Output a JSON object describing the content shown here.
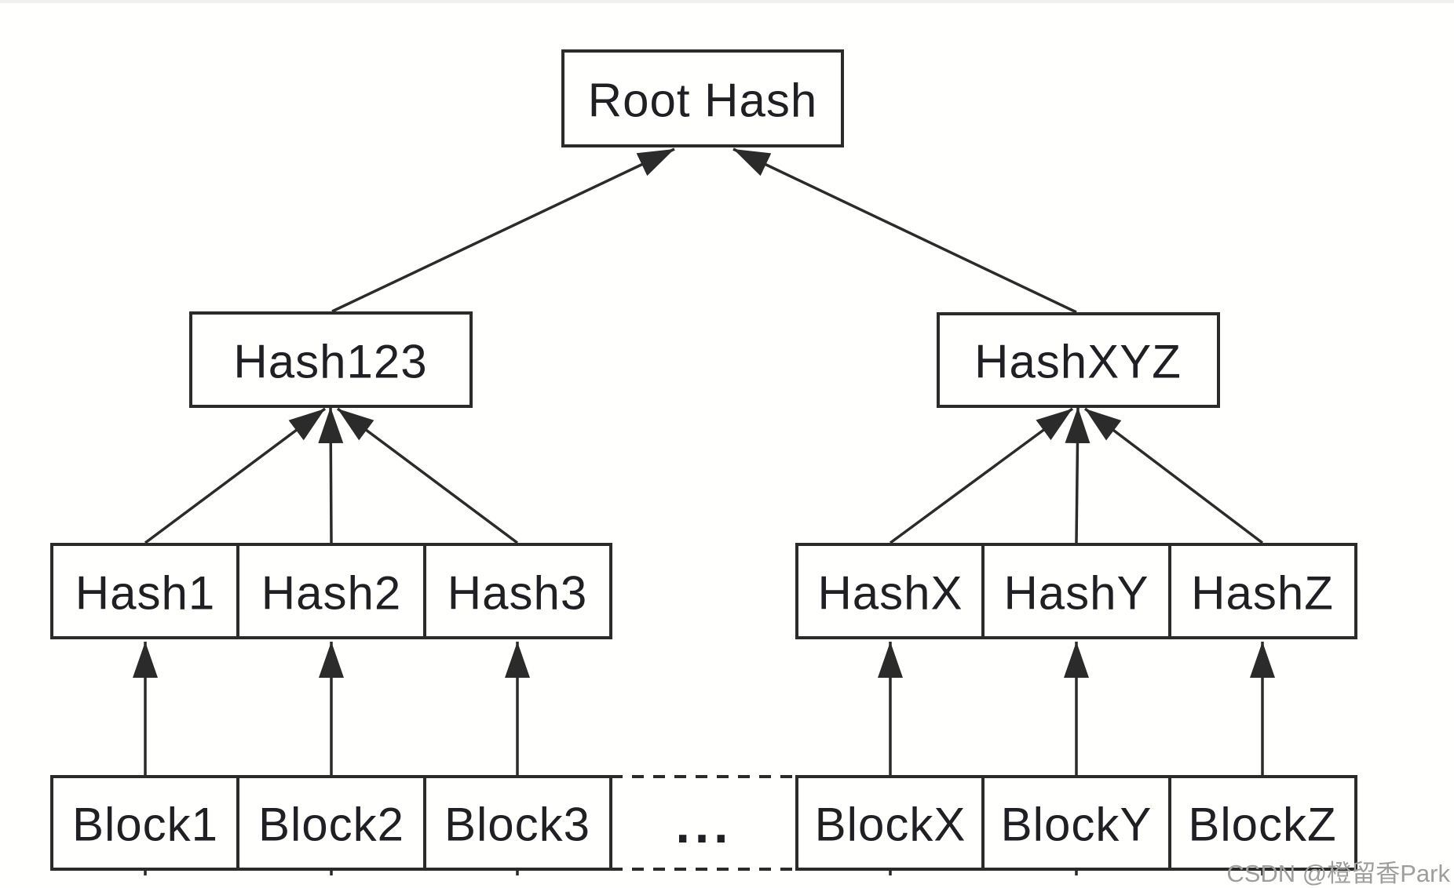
{
  "nodes": {
    "root": "Root Hash",
    "left_parent": "Hash123",
    "right_parent": "HashXYZ",
    "left_hashes": [
      "Hash1",
      "Hash2",
      "Hash3"
    ],
    "right_hashes": [
      "HashX",
      "HashY",
      "HashZ"
    ],
    "left_blocks": [
      "Block1",
      "Block2",
      "Block3"
    ],
    "right_blocks": [
      "BlockX",
      "BlockY",
      "BlockZ"
    ],
    "ellipsis": "..."
  },
  "edges": [
    {
      "from": "Block1",
      "to": "Hash1"
    },
    {
      "from": "Block2",
      "to": "Hash2"
    },
    {
      "from": "Block3",
      "to": "Hash3"
    },
    {
      "from": "BlockX",
      "to": "HashX"
    },
    {
      "from": "BlockY",
      "to": "HashY"
    },
    {
      "from": "BlockZ",
      "to": "HashZ"
    },
    {
      "from": "Hash1",
      "to": "Hash123"
    },
    {
      "from": "Hash2",
      "to": "Hash123"
    },
    {
      "from": "Hash3",
      "to": "Hash123"
    },
    {
      "from": "HashX",
      "to": "HashXYZ"
    },
    {
      "from": "HashY",
      "to": "HashXYZ"
    },
    {
      "from": "HashZ",
      "to": "HashXYZ"
    },
    {
      "from": "Hash123",
      "to": "Root Hash"
    },
    {
      "from": "HashXYZ",
      "to": "Root Hash"
    }
  ],
  "watermark": "CSDN @橙留香Park",
  "colors": {
    "background": "#fffffe",
    "line": "#2b2b2b",
    "text": "#1f1f24",
    "watermark": "#9e9e9e"
  }
}
